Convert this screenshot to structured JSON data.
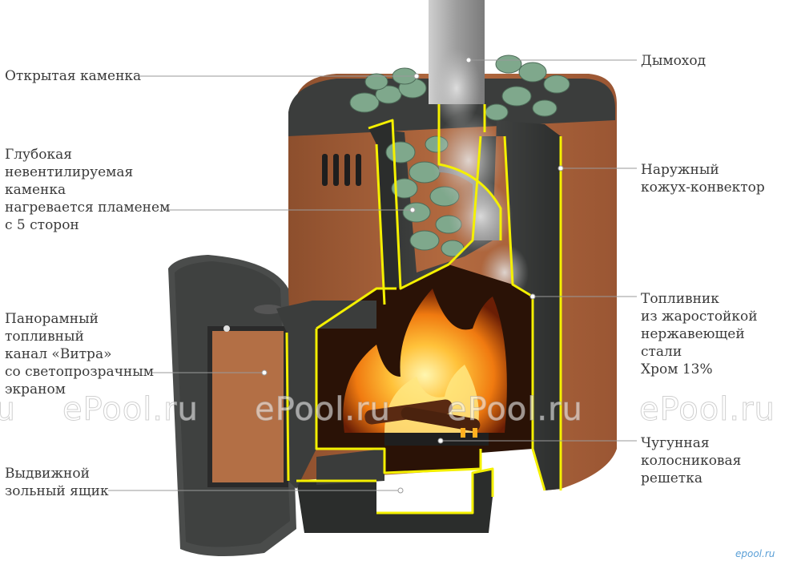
{
  "labels": {
    "open_heater": "Открытая каменка",
    "deep_heater": "Глубокая\nневентилируемая\nкаменка\nнагревается пламенем\nс 5 сторон",
    "panoramic": "Панорамный\nтопливный\nканал «Витра»\nсо светопрозрачным\nэкраном",
    "ash_box": "Выдвижной\nзольный ящик",
    "chimney": "Дымоход",
    "outer_casing": "Наружный\nкожух-конвектор",
    "firebox": "Топливник\nиз жаростойкой\nнержавеющей стали\nХром 13%",
    "grate": "Чугунная\nколосниковая\nрешетка"
  },
  "watermark": {
    "text": "ePool.ru",
    "corner_text": "epool.ru"
  },
  "colors": {
    "outline": "#f4f000",
    "casing": "#a8613a",
    "steel": "#3c3e3d",
    "stone": "#7fa88c",
    "leader": "#9a9a9a"
  }
}
